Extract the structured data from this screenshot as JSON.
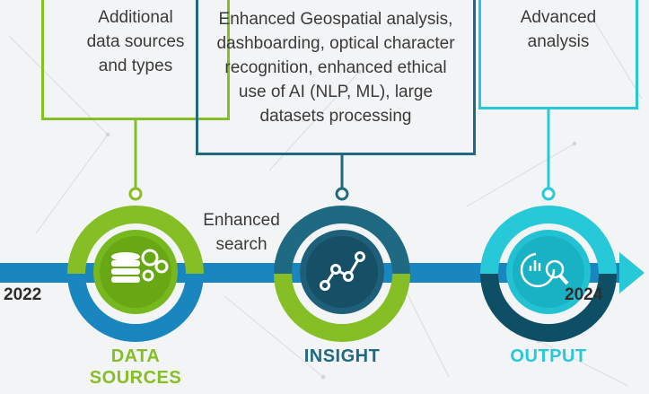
{
  "callouts": {
    "data_sources": [
      "Additional",
      "data sources",
      "and types"
    ],
    "insight": [
      "Enhanced Geospatial analysis,",
      "dashboarding, optical character",
      "recognition, enhanced ethical",
      "use of AI (NLP, ML), large",
      "datasets processing"
    ],
    "output": [
      "Advanced",
      "analysis"
    ]
  },
  "connector_label": [
    "Enhanced",
    "search"
  ],
  "timeline": {
    "start_year": "2022",
    "end_year": "2024"
  },
  "stages": [
    {
      "label_lines": [
        "DATA",
        "SOURCES"
      ],
      "color": "#86be26",
      "icon": "database-gears-icon"
    },
    {
      "label_lines": [
        "INSIGHT"
      ],
      "color": "#1f6a82",
      "icon": "network-nodes-icon"
    },
    {
      "label_lines": [
        "OUTPUT"
      ],
      "color": "#27c8d8",
      "icon": "analytics-magnifier-icon"
    }
  ],
  "colors": {
    "green": "#86be26",
    "navy": "#1f6a82",
    "cyan": "#27c8d8",
    "blue": "#1a86bf",
    "dark": "#0e4f66"
  }
}
